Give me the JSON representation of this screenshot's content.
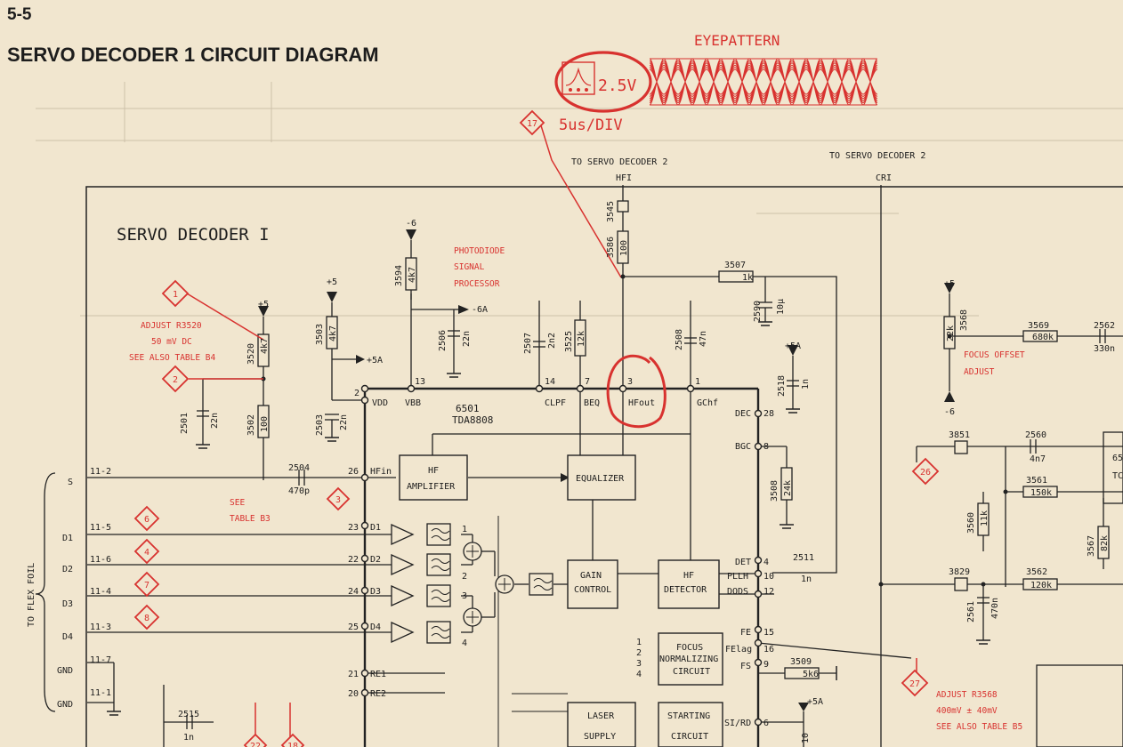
{
  "page": {
    "number": "5-5",
    "title": "SERVO DECODER 1 CIRCUIT DIAGRAM"
  },
  "scope": {
    "label": "EYEPATTERN",
    "volts": "2.5V",
    "timebase": "5us/DIV",
    "marker": "17"
  },
  "section_title": "SERVO DECODER I",
  "connections": {
    "to_decoder2_a": "TO SERVO DECODER 2",
    "hfi": "HFI",
    "to_decoder2_b": "TO SERVO DECODER 2",
    "cri": "CRI",
    "flex_foil": "TO FLEX FOIL"
  },
  "notes": {
    "photodiode": [
      "PHOTODIODE",
      "SIGNAL",
      "PROCESSOR"
    ],
    "adjust_r3520": [
      "ADJUST R3520",
      "50 mV DC",
      "SEE ALSO TABLE B4"
    ],
    "see_table_b3": [
      "SEE",
      "TABLE B3"
    ],
    "focus_offset": [
      "FOCUS OFFSET",
      "ADJUST"
    ],
    "adjust_r3568": [
      "ADJUST R3568",
      "400mV ± 40mV",
      "SEE ALSO TABLE B5"
    ]
  },
  "ic": {
    "ref": "6501",
    "part": "TDA8808"
  },
  "blocks": {
    "hf_amplifier": [
      "HF",
      "AMPLIFIER"
    ],
    "equalizer": [
      "EQUALIZER"
    ],
    "gain_control": [
      "GAIN",
      "CONTROL"
    ],
    "hf_detector": [
      "HF",
      "DETECTOR"
    ],
    "focus_norm": [
      "FOCUS",
      "NORMALIZING",
      "CIRCUIT"
    ],
    "laser_supply": [
      "LASER",
      "SUPPLY"
    ],
    "starting": [
      "STARTING",
      "CIRCUIT"
    ]
  },
  "ic_pins": {
    "vdd": "VDD",
    "vbb": "VBB",
    "clpf": "CLPF",
    "beq": "BEQ",
    "hfout": "HFout",
    "gchf": "GChf",
    "hfin": "HFin",
    "d1": "D1",
    "d2": "D2",
    "d3": "D3",
    "d4": "D4",
    "re1": "RE1",
    "re2": "RE2",
    "dec": "DEC",
    "bgc": "BGC",
    "det": "DET",
    "pllh": "PLLH",
    "dods": "DODS",
    "fe": "FE",
    "felag": "FElag",
    "fs": "FS",
    "sird": "SI/RD"
  },
  "pin_numbers": {
    "p2": "2",
    "p13": "13",
    "p14": "14",
    "p7": "7",
    "p3": "3",
    "p1": "1",
    "p26": "26",
    "p23": "23",
    "p22": "22",
    "p24": "24",
    "p25": "25",
    "p21": "21",
    "p20": "20",
    "p28": "28",
    "p8": "8",
    "p4": "4",
    "p10": "10",
    "p12": "12",
    "p15": "15",
    "p16": "16",
    "p9": "9",
    "p6": "6"
  },
  "components": {
    "r3545": "3545",
    "r3586": "3586",
    "r3586v": "100",
    "r3507": "3507",
    "r3507v": "1k",
    "c2590": "2590",
    "c2590v": "10µ",
    "r3594": "3594",
    "r3594v": "4k7",
    "r3503": "3503",
    "r3503v": "4k7",
    "c2506": "2506",
    "c2506v": "22n",
    "c2507": "2507",
    "c2507v": "2n2",
    "r3525": "3525",
    "r3525v": "12k",
    "c2508": "2508",
    "c2508v": "47n",
    "c2518": "2518",
    "c2518v": "1n",
    "r3520": "3520",
    "r3520v": "4k7",
    "c2501": "2501",
    "c2501v": "22n",
    "r3502": "3502",
    "r3502v": "100",
    "c2503": "2503",
    "c2503v": "22n",
    "c2504": "2504",
    "c2504v": "470p",
    "r3508": "3508",
    "r3508v": "24k",
    "c2511": "2511",
    "c2511v": "1n",
    "r3509": "3509",
    "r3509v": "5k6",
    "c2515": "2515",
    "c2515v": "1n",
    "r3568": "3568",
    "r3568v": "22k",
    "r3569": "3569",
    "r3569v": "680k",
    "c2562": "2562",
    "c2562v": "330n",
    "r3851": "3851",
    "c2560": "2560",
    "c2560v": "4n7",
    "r3561": "3561",
    "r3561v": "150k",
    "r3560": "3560",
    "r3560v": "11k",
    "r3567": "3567",
    "r3567v": "82k",
    "r3829": "3829",
    "r3562": "3562",
    "r3562v": "120k",
    "c2561": "2561",
    "c2561v": "470n",
    "r3590": "10"
  },
  "rails": {
    "m6": "-6",
    "p5": "+5",
    "p5a": "+5A",
    "m6a": "-6A"
  },
  "signals": {
    "s": "S",
    "d1": "D1",
    "d2": "D2",
    "d3": "D3",
    "d4": "D4",
    "gnd1": "GND",
    "gnd2": "GND"
  },
  "cable_pins": [
    "11-2",
    "11-5",
    "11-6",
    "11-4",
    "11-3",
    "11-7",
    "11-1"
  ],
  "markers": {
    "m1": "1",
    "m2": "2",
    "m3": "3",
    "m6": "6",
    "m4": "4",
    "m7": "7",
    "m8": "8",
    "m26": "26",
    "m27": "27",
    "m22": "22",
    "m18": "18"
  },
  "partial": {
    "p65": "65",
    "pTC": "TC"
  },
  "chan_numbers": [
    "1",
    "2",
    "3",
    "4"
  ],
  "colors": {
    "paper": "#f1e6cf",
    "ink": "#1d1d1d",
    "red": "#d8322f",
    "faint": "#c9bda6"
  }
}
